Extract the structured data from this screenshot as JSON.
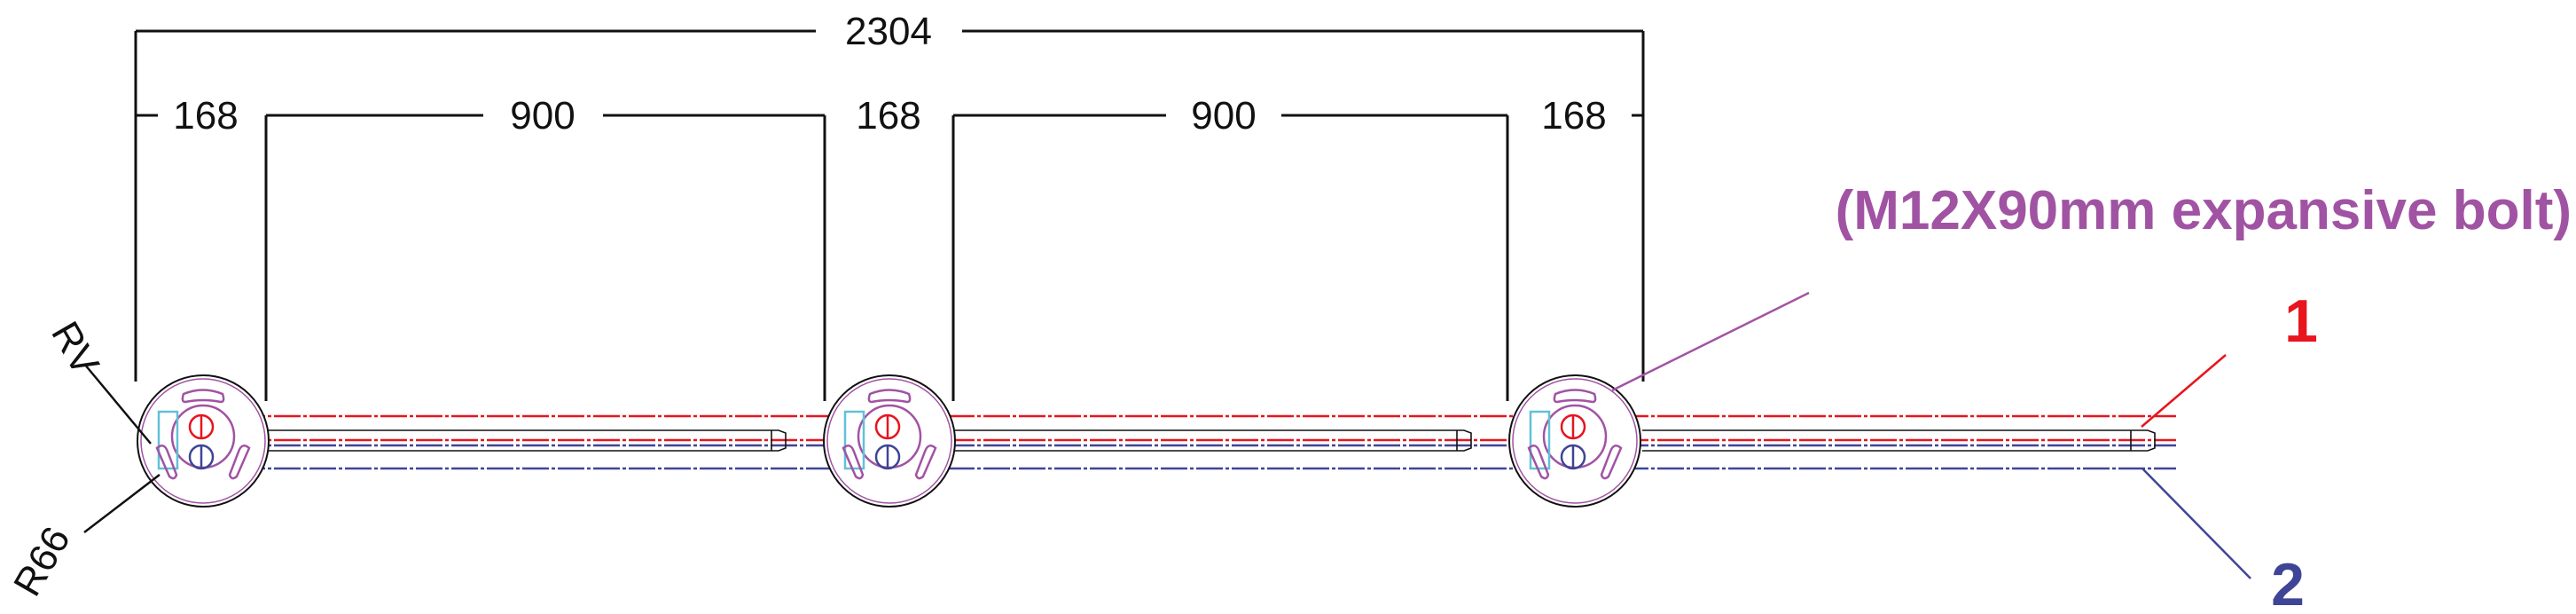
{
  "dimensions": {
    "overall": "2304",
    "segments": [
      "168",
      "900",
      "168",
      "900",
      "168"
    ]
  },
  "labels": {
    "bolt": "(M12X90mm expansive bolt)",
    "callout_1": "1",
    "callout_2": "2",
    "rv": "RV",
    "r66": "R66"
  },
  "colors": {
    "red_line": "#e8141e",
    "blue_line": "#3f4596",
    "purple": "#a153a3",
    "cyan": "#62c1d6"
  }
}
